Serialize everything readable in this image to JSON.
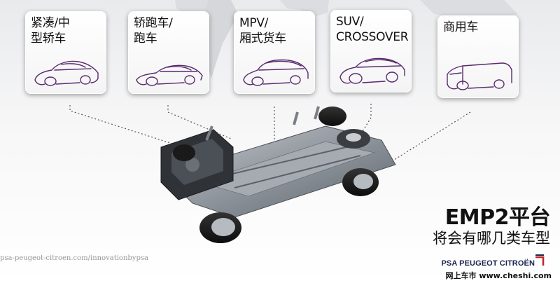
{
  "vehicle_types": [
    {
      "label": "紧凑/中\n型轿车",
      "icon": "compact-sedan-icon"
    },
    {
      "label": "轿跑车/\n跑车",
      "icon": "coupe-icon"
    },
    {
      "label": "MPV/\n厢式货车",
      "icon": "mpv-icon"
    },
    {
      "label": "SUV/\nCROSSOVER",
      "icon": "suv-icon"
    },
    {
      "label": "商用车",
      "icon": "commercial-van-icon"
    }
  ],
  "headline": {
    "title": "EMP2平台",
    "subtitle": "将会有哪几类车型"
  },
  "footer": {
    "url": "psa-peugeot-citroen.com/innovationbypsa",
    "brand": "PSA PEUGEOT CITROËN",
    "watermark": "网上车市 www.cheshi.com"
  },
  "colors": {
    "icon_stroke": "#5a2a6e",
    "psa_blue": "#1c2550",
    "psa_red": "#c0282d"
  }
}
